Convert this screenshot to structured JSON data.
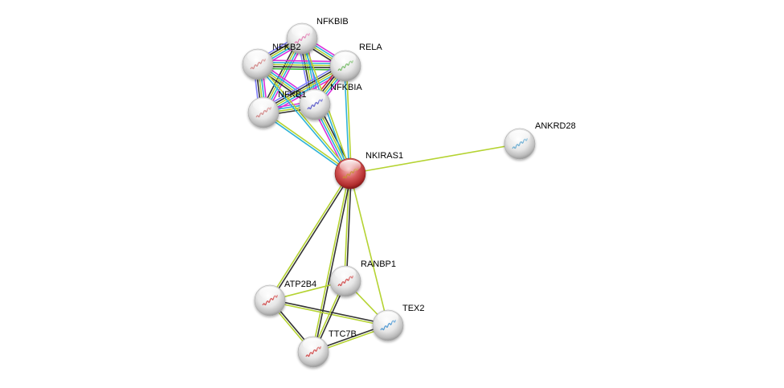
{
  "title": "STRING protein interaction network",
  "query_node": "NKIRAS1",
  "colors": {
    "query_node": "#c83a3a",
    "node": "#e0e0e0",
    "textmining": "#b5d332",
    "coexpression": "#333333",
    "database": "#2fb3d8",
    "experiments": "#d930d9",
    "homology": "#8080ff",
    "neighborhood": "#3cba3c",
    "fusion": "#e03030"
  },
  "nodes": [
    {
      "id": "NFKBIB",
      "label": "NFKBIB",
      "structure_color": "#e07ab0"
    },
    {
      "id": "NFKB2",
      "label": "NFKB2",
      "structure_color": "#d08080"
    },
    {
      "id": "RELA",
      "label": "RELA",
      "structure_color": "#70b860"
    },
    {
      "id": "NFKB1",
      "label": "NFKB1",
      "structure_color": "#d08080"
    },
    {
      "id": "NFKBIA",
      "label": "NFKBIA",
      "structure_color": "#5050c8"
    },
    {
      "id": "NKIRAS1",
      "label": "NKIRAS1",
      "structure_color": "#c89030",
      "query": true
    },
    {
      "id": "ANKRD28",
      "label": "ANKRD28",
      "structure_color": "#60a8d0"
    },
    {
      "id": "RANBP1",
      "label": "RANBP1",
      "structure_color": "#d04040"
    },
    {
      "id": "ATP2B4",
      "label": "ATP2B4",
      "structure_color": "#d04040"
    },
    {
      "id": "TEX2",
      "label": "TEX2",
      "structure_color": "#4090d0"
    },
    {
      "id": "TTC7B",
      "label": "TTC7B",
      "structure_color": "#d04040"
    }
  ],
  "edges": [
    {
      "source": "NFKBIB",
      "target": "NFKB2",
      "evidence": [
        "experiments",
        "database",
        "textmining",
        "coexpression",
        "homology"
      ]
    },
    {
      "source": "NFKBIB",
      "target": "RELA",
      "evidence": [
        "experiments",
        "database",
        "textmining",
        "coexpression"
      ]
    },
    {
      "source": "NFKBIB",
      "target": "NFKB1",
      "evidence": [
        "experiments",
        "database",
        "textmining",
        "coexpression"
      ]
    },
    {
      "source": "NFKBIB",
      "target": "NFKBIA",
      "evidence": [
        "experiments",
        "database",
        "textmining",
        "coexpression",
        "homology"
      ]
    },
    {
      "source": "NFKB2",
      "target": "RELA",
      "evidence": [
        "experiments",
        "database",
        "textmining",
        "coexpression",
        "neighborhood"
      ]
    },
    {
      "source": "NFKB2",
      "target": "NFKB1",
      "evidence": [
        "experiments",
        "database",
        "textmining",
        "coexpression",
        "homology"
      ]
    },
    {
      "source": "NFKB2",
      "target": "NFKBIA",
      "evidence": [
        "experiments",
        "database",
        "textmining",
        "coexpression"
      ]
    },
    {
      "source": "RELA",
      "target": "NFKB1",
      "evidence": [
        "experiments",
        "database",
        "textmining",
        "coexpression",
        "homology"
      ]
    },
    {
      "source": "RELA",
      "target": "NFKBIA",
      "evidence": [
        "experiments",
        "database",
        "textmining",
        "coexpression",
        "fusion"
      ]
    },
    {
      "source": "NFKB1",
      "target": "NFKBIA",
      "evidence": [
        "experiments",
        "database",
        "textmining",
        "coexpression"
      ]
    },
    {
      "source": "NKIRAS1",
      "target": "NFKB1",
      "evidence": [
        "database",
        "textmining"
      ]
    },
    {
      "source": "NKIRAS1",
      "target": "NFKBIA",
      "evidence": [
        "experiments",
        "database",
        "textmining",
        "coexpression"
      ]
    },
    {
      "source": "NKIRAS1",
      "target": "RELA",
      "evidence": [
        "database",
        "textmining"
      ]
    },
    {
      "source": "NKIRAS1",
      "target": "NFKB2",
      "evidence": [
        "database",
        "textmining"
      ]
    },
    {
      "source": "NKIRAS1",
      "target": "NFKBIB",
      "evidence": [
        "database",
        "textmining"
      ]
    },
    {
      "source": "NKIRAS1",
      "target": "ANKRD28",
      "evidence": [
        "textmining"
      ]
    },
    {
      "source": "NKIRAS1",
      "target": "RANBP1",
      "evidence": [
        "coexpression",
        "textmining"
      ]
    },
    {
      "source": "NKIRAS1",
      "target": "ATP2B4",
      "evidence": [
        "coexpression",
        "textmining"
      ]
    },
    {
      "source": "NKIRAS1",
      "target": "TTC7B",
      "evidence": [
        "coexpression",
        "textmining"
      ]
    },
    {
      "source": "NKIRAS1",
      "target": "TEX2",
      "evidence": [
        "textmining"
      ]
    },
    {
      "source": "ATP2B4",
      "target": "RANBP1",
      "evidence": [
        "textmining"
      ]
    },
    {
      "source": "ATP2B4",
      "target": "TEX2",
      "evidence": [
        "coexpression",
        "textmining"
      ]
    },
    {
      "source": "ATP2B4",
      "target": "TTC7B",
      "evidence": [
        "coexpression",
        "textmining"
      ]
    },
    {
      "source": "RANBP1",
      "target": "TTC7B",
      "evidence": [
        "coexpression",
        "textmining"
      ]
    },
    {
      "source": "RANBP1",
      "target": "TEX2",
      "evidence": [
        "textmining"
      ]
    },
    {
      "source": "TTC7B",
      "target": "TEX2",
      "evidence": [
        "coexpression",
        "textmining"
      ]
    }
  ]
}
